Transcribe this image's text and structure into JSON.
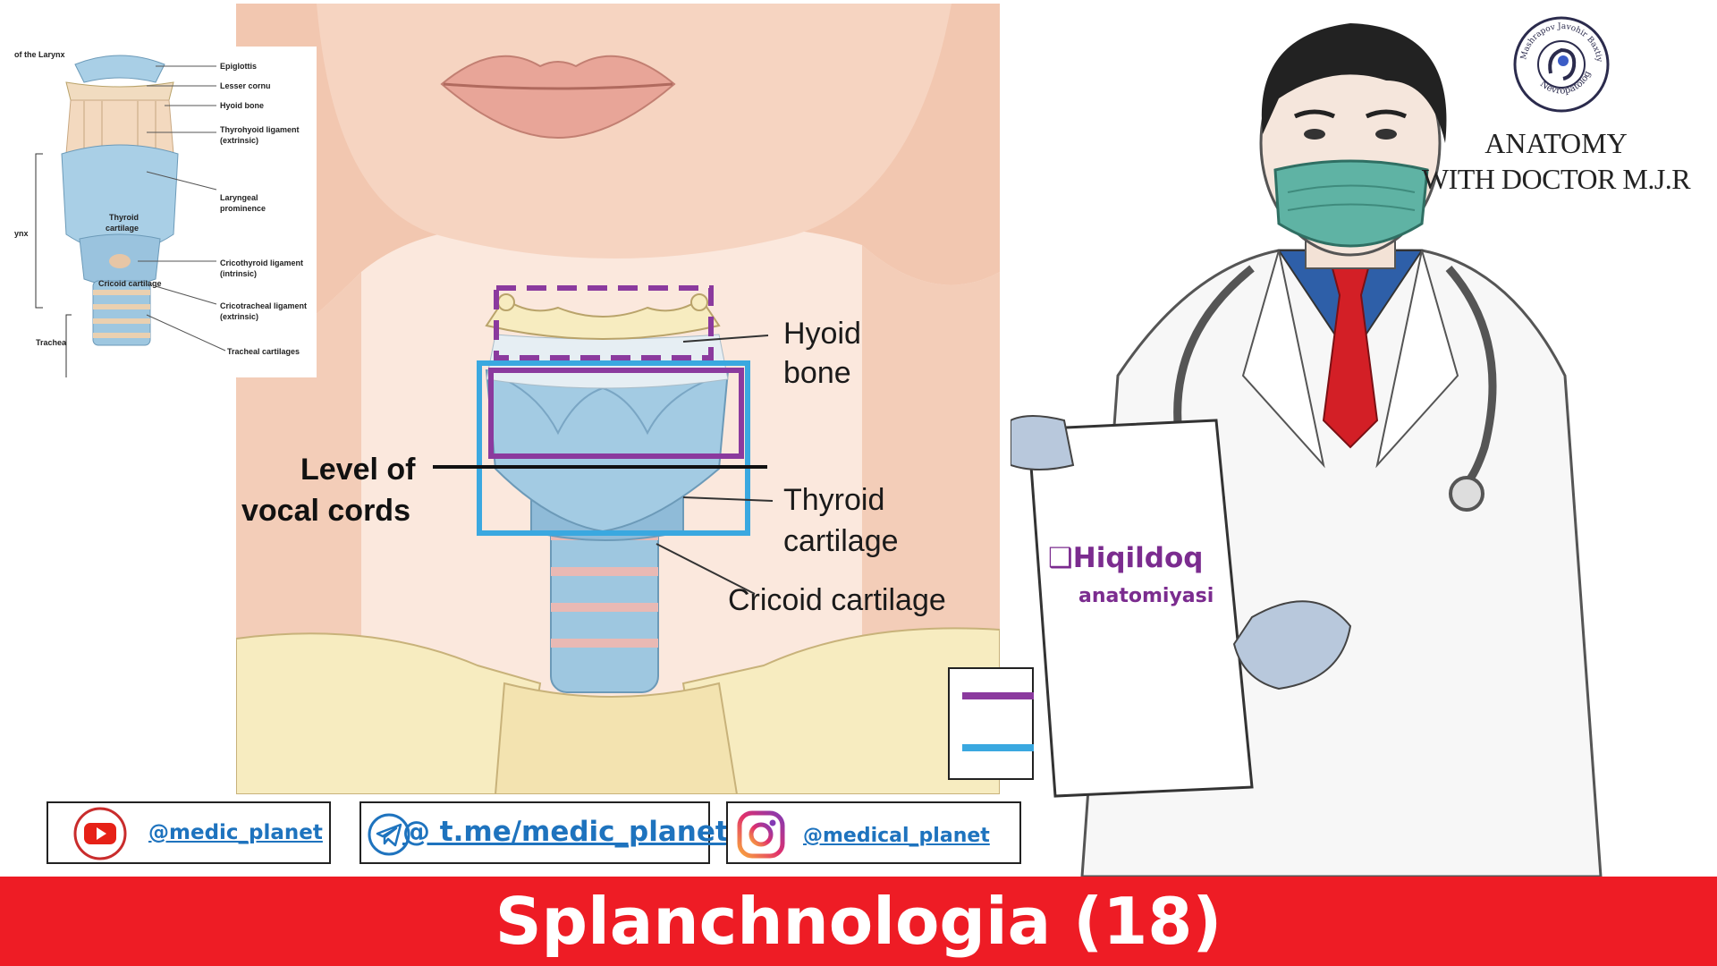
{
  "inset": {
    "title": "of the Larynx",
    "labels": {
      "epiglottis": "Epiglottis",
      "lesser_cornu": "Lesser cornu",
      "hyoid": "Hyoid bone",
      "thyrohyoid_1": "Thyrohyoid ligament",
      "thyrohyoid_2": "(extrinsic)",
      "laryngeal_1": "Laryngeal",
      "laryngeal_2": "prominence",
      "cricothyroid_1": "Cricothyroid ligament",
      "cricothyroid_2": "(intrinsic)",
      "cricotracheal_1": "Cricotracheal ligament",
      "cricotracheal_2": "(extrinsic)",
      "tracheal_cartilages": "Tracheal cartilages",
      "thyroid_1": "Thyroid",
      "thyroid_2": "cartilage",
      "cricoid": "Cricoid cartilage",
      "ynx": "ynx",
      "trachea": "Trachea"
    }
  },
  "neck": {
    "hyoid_1": "Hyoid",
    "hyoid_2": "bone",
    "vocal_1": "Level of",
    "vocal_2": "vocal cords",
    "thyroid_1": "Thyroid",
    "thyroid_2": "cartilage",
    "cricoid": "Cricoid cartilage"
  },
  "brand": {
    "line1": "ANATOMY",
    "line2": "WITH DOCTOR M.J.R",
    "seal_top": "Mashrapov Javohir Baxtiyorovich",
    "seal_bottom": "Nevropatolog"
  },
  "note": {
    "title": "❑Hiqildoq",
    "subtitle": "anatomiyasi"
  },
  "social": {
    "youtube": "@medic_planet",
    "telegram": "@ t.me/medic_planet",
    "instagram": "@medical_planet"
  },
  "banner": {
    "title": "Splanchnologia (18)"
  },
  "colors": {
    "banner": "#ee1c25",
    "hyoid_box": "#8b3a9e",
    "thyroid_box": "#3aa8e0",
    "note_text": "#7b2c8f",
    "link": "#1e73be"
  }
}
